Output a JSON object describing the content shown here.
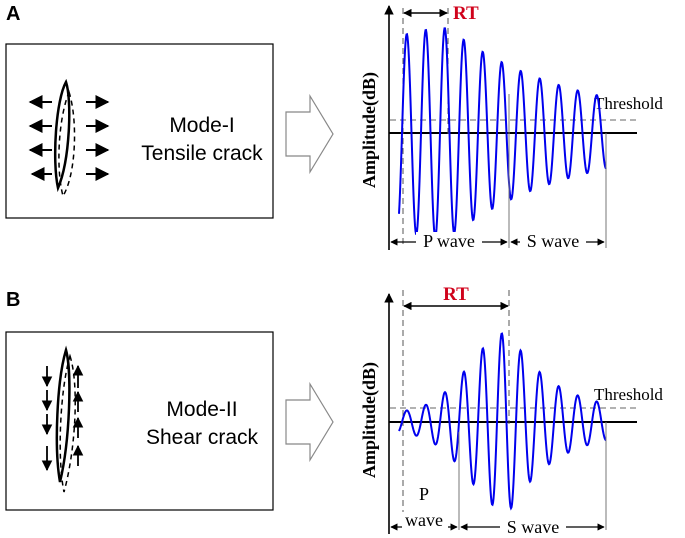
{
  "panels": [
    {
      "label": "A",
      "mode_line1": "Mode-I",
      "mode_line2": "Tensile crack",
      "y_axis_label": "Amplitude(dB)",
      "rt_label": "RT",
      "threshold_label": "Threshold",
      "p_wave_label": "P wave",
      "s_wave_label": "S wave"
    },
    {
      "label": "B",
      "mode_line1": "Mode-II",
      "mode_line2": "Shear crack",
      "y_axis_label": "Amplitude(dB)",
      "rt_label": "RT",
      "threshold_label": "Threshold",
      "p_wave_label_line1": "P",
      "p_wave_label_line2": "wave",
      "s_wave_label": "S wave"
    }
  ],
  "colors": {
    "waveform": "#0000ee",
    "rt": "#d0021b"
  }
}
